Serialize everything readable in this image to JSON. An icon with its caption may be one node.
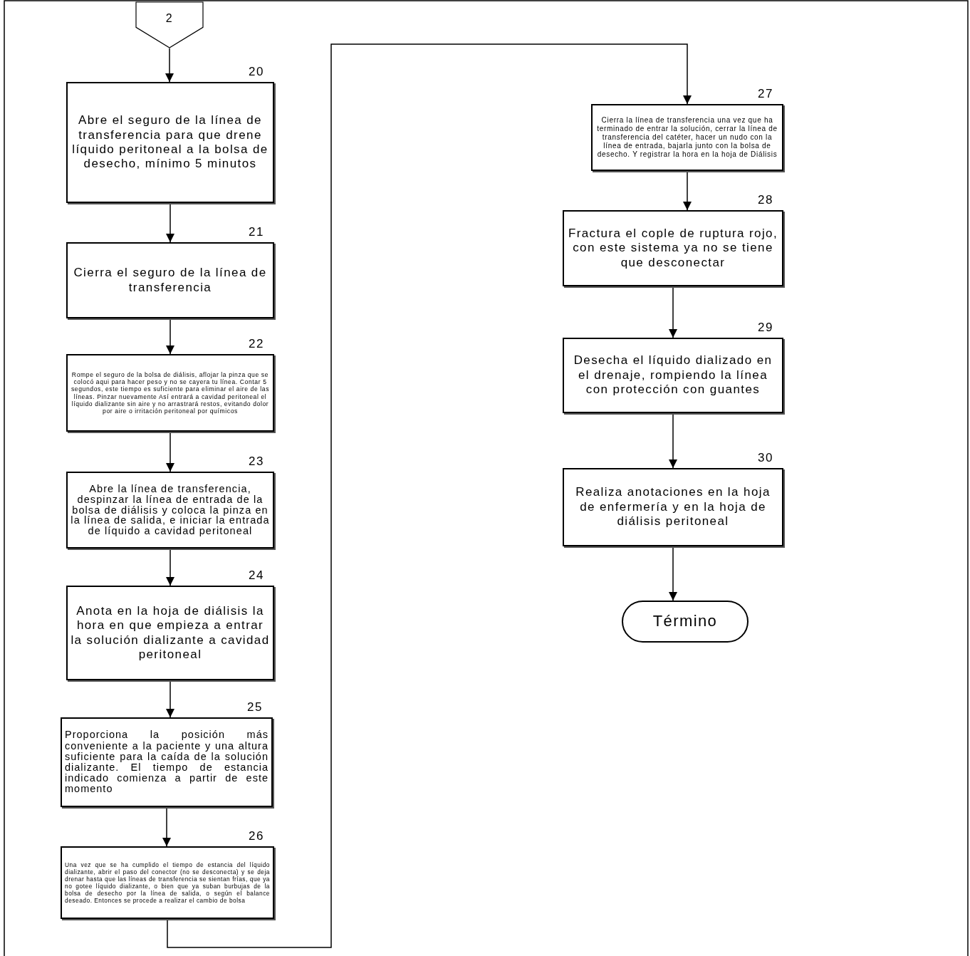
{
  "diagram": {
    "nodes": [
      {
        "text": [
          "2"
        ]
      },
      {
        "text": [
          "Abre el seguro de la línea de transferencia para que drene líquido peritoneal a la bolsa de desecho, mínimo 5 minutos"
        ],
        "beside": [
          "20"
        ]
      },
      {
        "text": [
          "Cierra el seguro de la línea de transferencia"
        ],
        "beside": [
          "21"
        ]
      },
      {
        "text": [
          "Rompe el seguro de la bolsa de diálisis, aflojar la pinza que se colocó aqui para hacer peso y no se cayera tu línea. Contar 5 segundos, este tiempo es suficiente para eliminar el aire de las líneas. Pinzar nuevamente Así entrará a cavidad peritoneal el líquido dializante sin aire y no arrastrará restos, evitando dolor por aire o irritación peritoneal por químicos"
        ],
        "beside": [
          "22"
        ]
      },
      {
        "text": [
          "Abre la línea de transferencia, despinzar la línea de entrada de la bolsa de diálisis y coloca la pinza en la línea de salida, e iniciar la entrada de líquido a cavidad peritoneal"
        ],
        "beside": [
          "23"
        ]
      },
      {
        "text": [
          "Anota en la hoja de diálisis la hora en que empieza a entrar la solución dializante a cavidad peritoneal"
        ],
        "beside": [
          "24"
        ]
      },
      {
        "text": [
          "Proporciona la posición más conveniente a la paciente y una altura suficiente para la caída de la solución dializante. El tiempo de estancia indicado comienza a partir de este momento"
        ],
        "beside": [
          "25"
        ]
      },
      {
        "text": [
          "Una vez que se ha cumplido el tiempo de estancia del líquido dializante, abrir el paso del conector (no se desconecta) y se deja drenar hasta que las líneas de transferencia se sientan frías, que ya no gotee líquido dializante, o bien que ya suban burbujas de la bolsa de desecho por la línea de salida, o según el balance deseado. Entonces se procede a realizar el cambio de bolsa"
        ],
        "beside": [
          "26"
        ]
      },
      {
        "text": [
          "Cierra la línea de transferencia una vez que ha terminado de entrar la solución, cerrar la línea de transferencia del catéter, hacer un nudo con la línea de entrada, bajarla junto con la bolsa de desecho. Y registrar la hora en la hoja de Diálisis"
        ],
        "beside": [
          "27"
        ]
      },
      {
        "text": [
          "Fractura el cople de ruptura rojo, con este sistema ya no se tiene que desconectar"
        ],
        "beside": [
          "28"
        ]
      },
      {
        "text": [
          "Desecha el líquido dializado en el drenaje, rompiendo la línea con protección con guantes"
        ],
        "beside": [
          "29"
        ]
      },
      {
        "text": [
          "Realiza anotaciones en la hoja de enfermería y en la hoja de diálisis peritoneal"
        ],
        "beside": [
          "30"
        ]
      },
      {
        "text": [
          "Término"
        ]
      }
    ],
    "edges": [
      {
        "from": 0,
        "to": 1,
        "arrow": "to"
      },
      {
        "from": 1,
        "to": 2,
        "arrow": "to"
      },
      {
        "from": 2,
        "to": 3,
        "arrow": "to"
      },
      {
        "from": 3,
        "to": 4,
        "arrow": "to"
      },
      {
        "from": 4,
        "to": 5,
        "arrow": "to"
      },
      {
        "from": 5,
        "to": 6,
        "arrow": "to"
      },
      {
        "from": 6,
        "to": 7,
        "arrow": "to"
      },
      {
        "from": 7,
        "to": 8,
        "arrow": "to"
      },
      {
        "from": 8,
        "to": 9,
        "arrow": "to"
      },
      {
        "from": 9,
        "to": 10,
        "arrow": "to"
      },
      {
        "from": 10,
        "to": 11,
        "arrow": "to"
      },
      {
        "from": 11,
        "to": 12,
        "arrow": "to"
      }
    ]
  }
}
